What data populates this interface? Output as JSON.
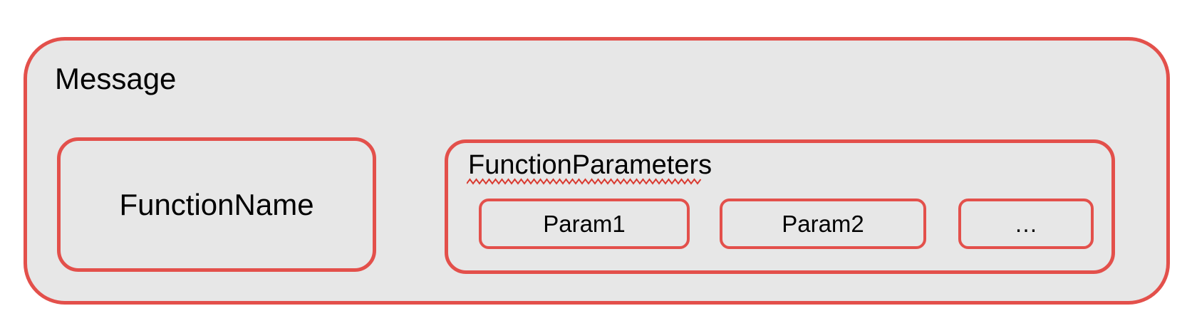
{
  "colors": {
    "accent_red": "#e3504b",
    "squiggle_red": "#d93a30",
    "box_fill": "#e7e7e7",
    "text": "#000000",
    "page_bg": "#ffffff"
  },
  "diagram": {
    "message": {
      "label": "Message"
    },
    "function_name": {
      "label": "FunctionName"
    },
    "function_parameters": {
      "label": "FunctionParameters",
      "params": [
        {
          "label": "Param1"
        },
        {
          "label": "Param2"
        },
        {
          "label": "…"
        }
      ]
    }
  }
}
